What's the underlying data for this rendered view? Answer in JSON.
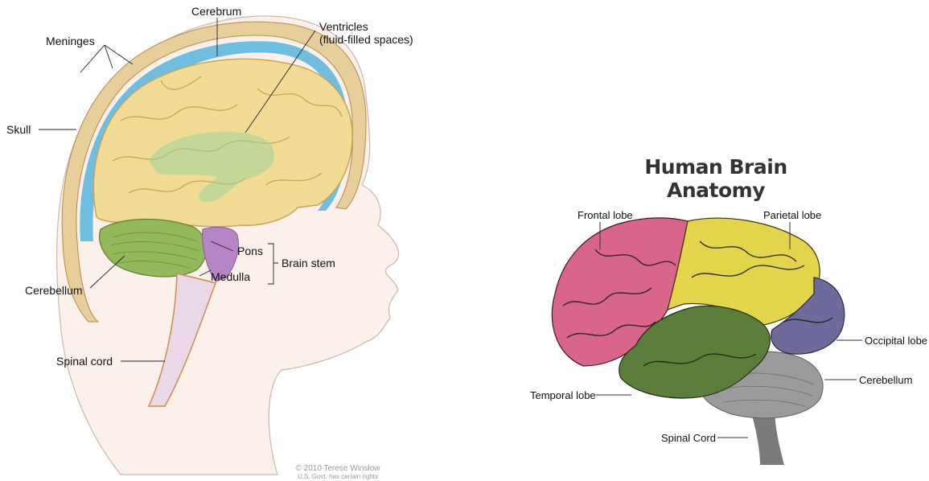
{
  "left_diagram": {
    "labels": {
      "cerebrum": "Cerebrum",
      "meninges": "Meninges",
      "ventricles_line1": "Ventricles",
      "ventricles_line2": "(fluid-filled spaces)",
      "skull": "Skull",
      "pons": "Pons",
      "brain_stem": "Brain stem",
      "medulla": "Medulla",
      "cerebellum": "Cerebellum",
      "spinal_cord": "Spinal cord"
    },
    "credit_line1": "© 2010 Terese Winslow",
    "credit_line2": "U.S. Govt. has certain rights"
  },
  "right_diagram": {
    "title": "Human Brain Anatomy",
    "labels": {
      "frontal": "Frontal lobe",
      "parietal": "Parietal lobe",
      "occipital": "Occipital lobe",
      "cerebellum": "Cerebellum",
      "temporal": "Temporal lobe",
      "spinal": "Spinal Cord"
    },
    "colors": {
      "frontal": "#d9668a",
      "parietal": "#e3d44a",
      "occipital": "#6f6a9c",
      "temporal": "#5b7f3a",
      "cerebellum": "#9a9a9a",
      "spinal": "#7a7a7a"
    }
  }
}
